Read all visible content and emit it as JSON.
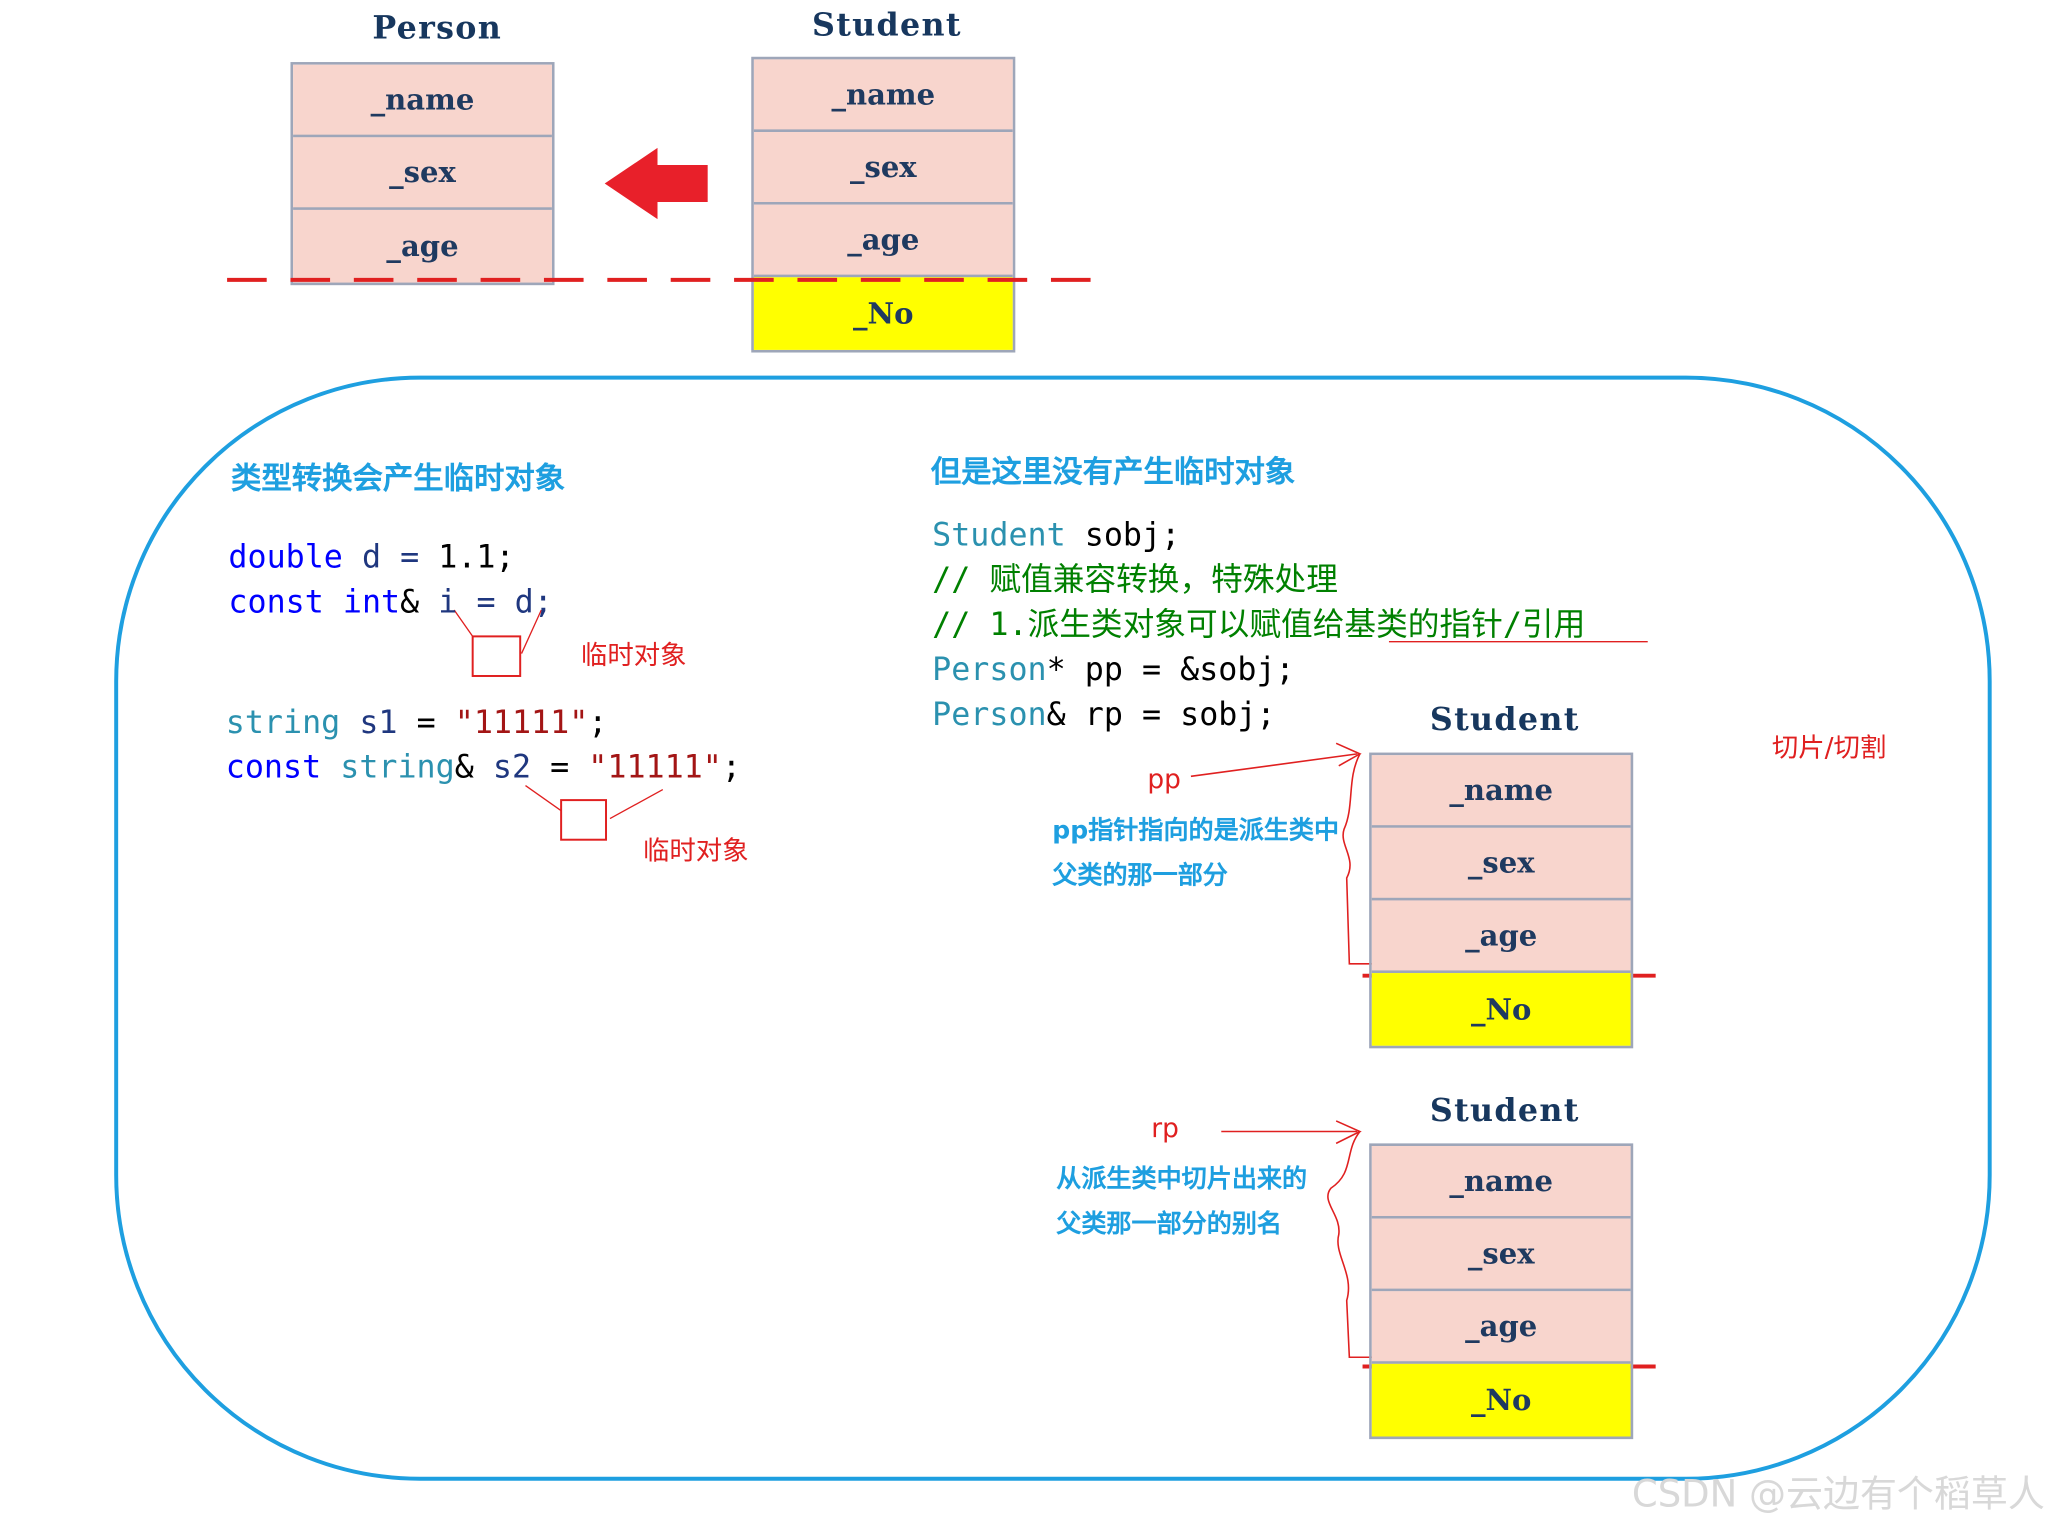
{
  "diagram": {
    "top": {
      "person": {
        "title": "Person",
        "fields": [
          "_name",
          "_sex",
          "_age"
        ]
      },
      "student": {
        "title": "Student",
        "fields": [
          "_name",
          "_sex",
          "_age",
          "_No"
        ]
      }
    },
    "left_section": {
      "heading": "类型转换会产生临时对象",
      "code1": {
        "line1": {
          "kw": "double",
          "rest_a": " d = ",
          "num": "1.1",
          "semi": ";"
        },
        "line2": {
          "kw1": "const",
          "sp": " ",
          "kw2": "int",
          "amp": "&",
          "rest": " i = d;"
        }
      },
      "temp_label_1": "临时对象",
      "code2": {
        "line1": {
          "ty": "string",
          "var": " s1",
          "eq": " = ",
          "str": "\"11111\"",
          "semi": ";"
        },
        "line2": {
          "kw": "const",
          "ty": " string",
          "amp": "&",
          "var": " s2",
          "eq": " = ",
          "str": "\"11111\"",
          "semi": ";"
        }
      },
      "temp_label_2": "临时对象"
    },
    "right_section": {
      "heading": "但是这里没有产生临时对象",
      "code": {
        "line1": {
          "ty": "Student",
          "rest": " sobj;"
        },
        "comment1": "// 赋值兼容转换，特殊处理",
        "comment2": "// 1.派生类对象可以赋值给基类的指针/引用",
        "line4": {
          "ty": "Person",
          "rest": "* pp = &sobj;"
        },
        "line5": {
          "ty": "Person",
          "rest": "& rp = sobj;"
        }
      },
      "slice_label": "切片/切割",
      "student1": {
        "title": "Student",
        "fields": [
          "_name",
          "_sex",
          "_age",
          "_No"
        ]
      },
      "student2": {
        "title": "Student",
        "fields": [
          "_name",
          "_sex",
          "_age",
          "_No"
        ]
      },
      "pp_label": "pp",
      "pp_note": [
        "pp指针指向的是派生类中",
        "父类的那一部分"
      ],
      "rp_label": "rp",
      "rp_note": [
        "从派生类中切片出来的",
        "父类那一部分的别名"
      ]
    },
    "watermark": "CSDN @云边有个稻草人"
  },
  "colors": {
    "frame": "#1e9fe0",
    "cell_fill": "#f8d5cd",
    "derived_fill": "#ffff00",
    "cut_line": "#e02020",
    "arrow": "#e8202a"
  }
}
